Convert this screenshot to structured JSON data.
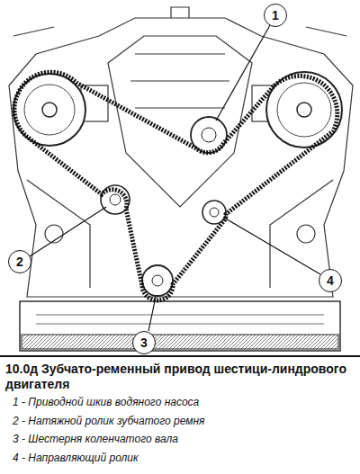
{
  "diagram": {
    "title": "10.0д Зубчато-ременный привод шестици-линдрового двигателя",
    "nodes": [
      {
        "text": [
          "1"
        ]
      },
      {
        "text": [
          "2"
        ]
      },
      {
        "text": [
          "3"
        ]
      },
      {
        "text": [
          "4"
        ]
      }
    ],
    "labels": [
      "1 - Приводной шкив водяного насоса",
      "2 - Натяжной ролик зубчатого ремня",
      "3 - Шестерня коленчатого вала",
      "4 - Направляющий ролик"
    ]
  }
}
